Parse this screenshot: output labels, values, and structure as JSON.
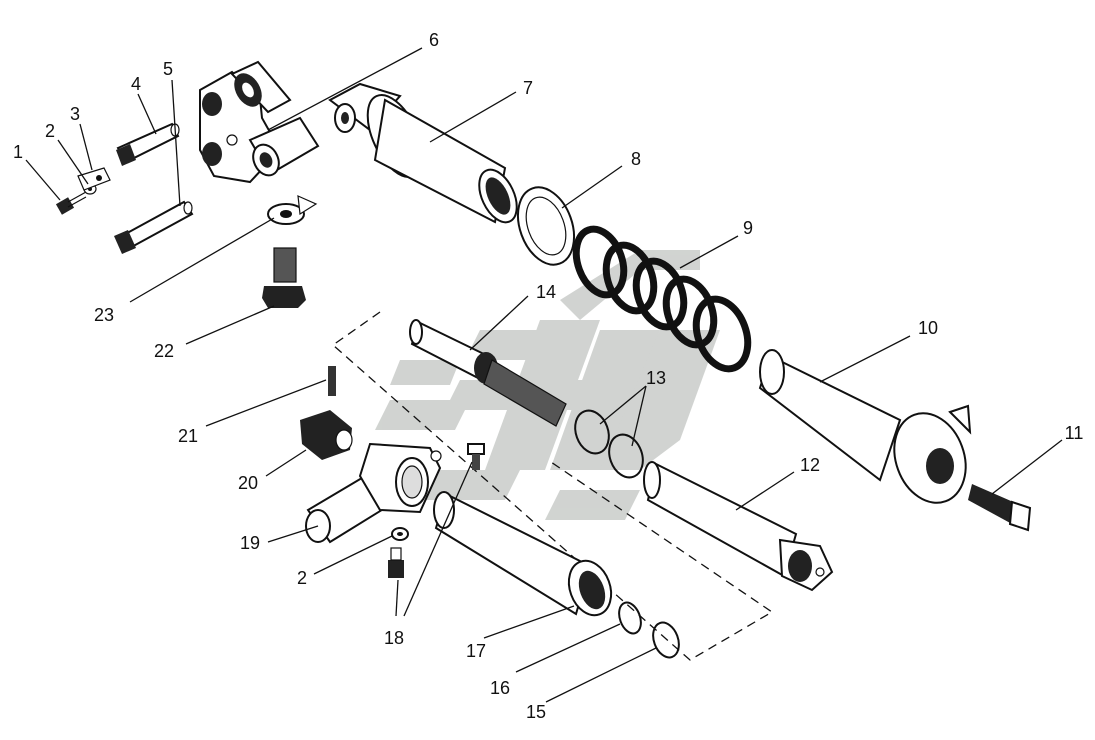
{
  "diagram": {
    "callouts": [
      {
        "id": "c1",
        "text": "1"
      },
      {
        "id": "c2a",
        "text": "2"
      },
      {
        "id": "c3",
        "text": "3"
      },
      {
        "id": "c4",
        "text": "4"
      },
      {
        "id": "c5",
        "text": "5"
      },
      {
        "id": "c6",
        "text": "6"
      },
      {
        "id": "c7",
        "text": "7"
      },
      {
        "id": "c8",
        "text": "8"
      },
      {
        "id": "c9",
        "text": "9"
      },
      {
        "id": "c10",
        "text": "10"
      },
      {
        "id": "c11",
        "text": "11"
      },
      {
        "id": "c12",
        "text": "12"
      },
      {
        "id": "c13",
        "text": "13"
      },
      {
        "id": "c14",
        "text": "14"
      },
      {
        "id": "c15",
        "text": "15"
      },
      {
        "id": "c16",
        "text": "16"
      },
      {
        "id": "c17",
        "text": "17"
      },
      {
        "id": "c18",
        "text": "18"
      },
      {
        "id": "c19",
        "text": "19"
      },
      {
        "id": "c2b",
        "text": "2"
      },
      {
        "id": "c20",
        "text": "20"
      },
      {
        "id": "c21",
        "text": "21"
      },
      {
        "id": "c22",
        "text": "22"
      },
      {
        "id": "c23",
        "text": "23"
      }
    ],
    "colors": {
      "ink": "#111111",
      "watermark": "#c9ccc9",
      "paper": "#ffffff"
    }
  }
}
